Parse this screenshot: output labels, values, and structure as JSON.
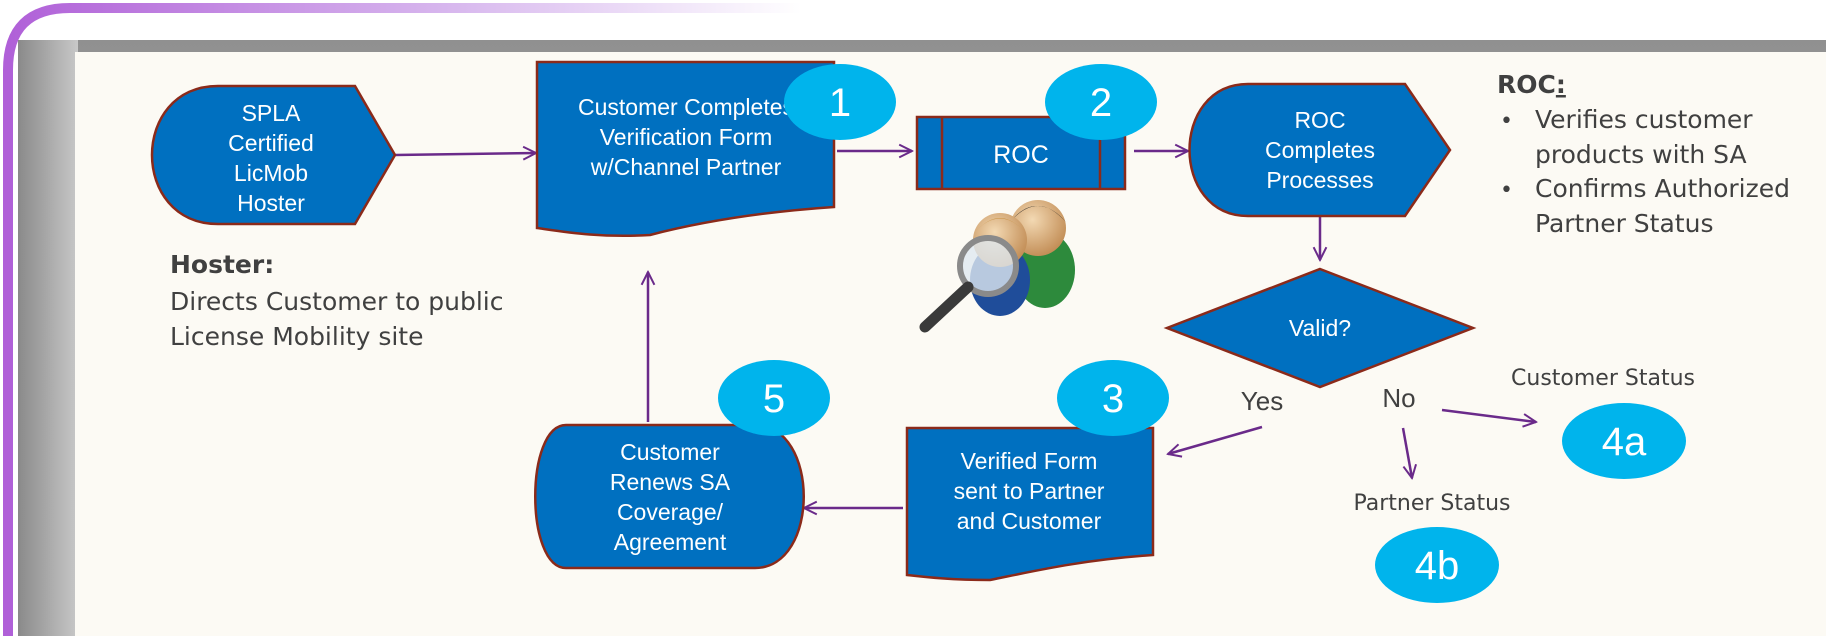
{
  "hoster_shape": [
    "SPLA",
    "Certified",
    "LicMob",
    "Hoster"
  ],
  "form_shape": [
    "Customer Completes",
    "Verification Form",
    "w/Channel Partner"
  ],
  "roc_shape": "ROC",
  "roc_completes_shape": [
    "ROC",
    "Completes",
    "Processes"
  ],
  "decision": "Valid?",
  "decision_yes": "Yes",
  "decision_no": "No",
  "verified_form_shape": [
    "Verified Form",
    "sent to Partner",
    "and Customer"
  ],
  "renew_shape": [
    "Customer",
    "Renews SA",
    "Coverage/",
    "Agreement"
  ],
  "badges": {
    "b1": "1",
    "b2": "2",
    "b3": "3",
    "b4a": "4a",
    "b4b": "4b",
    "b5": "5"
  },
  "customer_status": "Customer Status",
  "partner_status": "Partner Status",
  "hoster_note": {
    "title": "Hoster:",
    "lines": [
      "Directs Customer to public",
      "License Mobility site"
    ]
  },
  "roc_note": {
    "title": "ROC",
    "title_suffix": ":",
    "bullets": [
      [
        "Verifies customer",
        "products with SA"
      ],
      [
        "Confirms Authorized",
        "Partner Status"
      ]
    ]
  },
  "colors": {
    "shape_fill": "#0070c0",
    "shape_border": "#8b2a1a",
    "badge": "#00b4ec",
    "arrow": "#6a2a8a",
    "frame": "#b070d8",
    "panel": "#fcfaf4"
  }
}
